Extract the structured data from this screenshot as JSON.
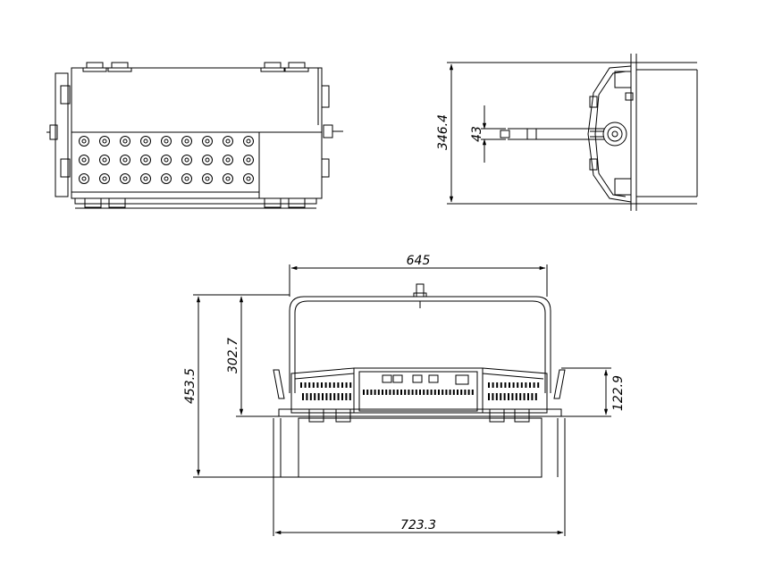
{
  "dimensions": {
    "overall_width": "645",
    "base_width": "723.3",
    "total_height": "453.5",
    "body_height": "302.7",
    "bracket_height": "122.9",
    "side_height": "346.4",
    "offset": "43"
  },
  "colors": {
    "line": "#000000",
    "background": "#ffffff"
  }
}
